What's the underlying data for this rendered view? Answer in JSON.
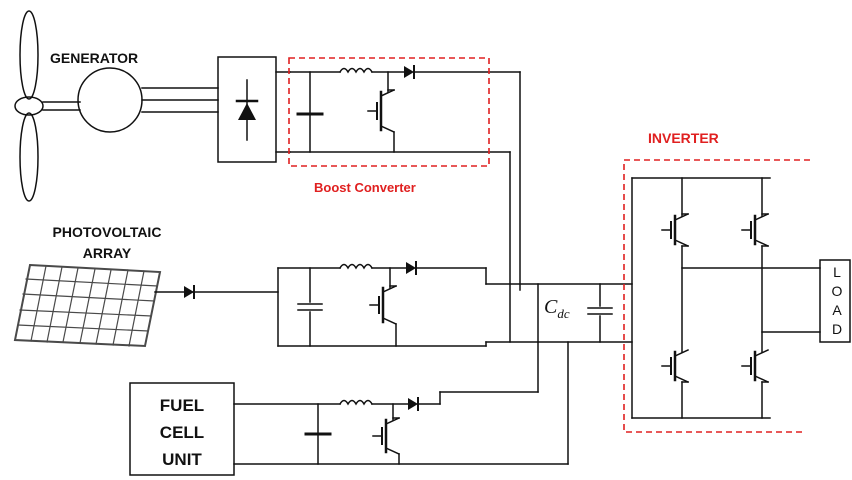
{
  "labels": {
    "generator": "GENERATOR",
    "boost_converter": "Boost Converter",
    "inverter": "INVERTER",
    "pv_line1": "PHOTOVOLTAIC",
    "pv_line2": "ARRAY",
    "fuel_line1": "FUEL",
    "fuel_line2": "CELL",
    "fuel_line3": "UNIT",
    "cdc_main": "C",
    "cdc_sub": "dc",
    "load": [
      "L",
      "O",
      "A",
      "D"
    ]
  },
  "colors": {
    "wire": "#111111",
    "highlight": "#e02020",
    "panel": "#4a4a4a"
  }
}
